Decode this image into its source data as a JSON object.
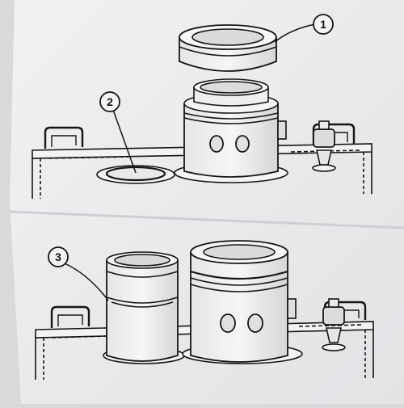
{
  "callouts": {
    "one": "1",
    "two": "2",
    "three": "3"
  },
  "colors": {
    "paper": "#ececee",
    "ink": "#151515",
    "shade": "#c9c9cc"
  }
}
